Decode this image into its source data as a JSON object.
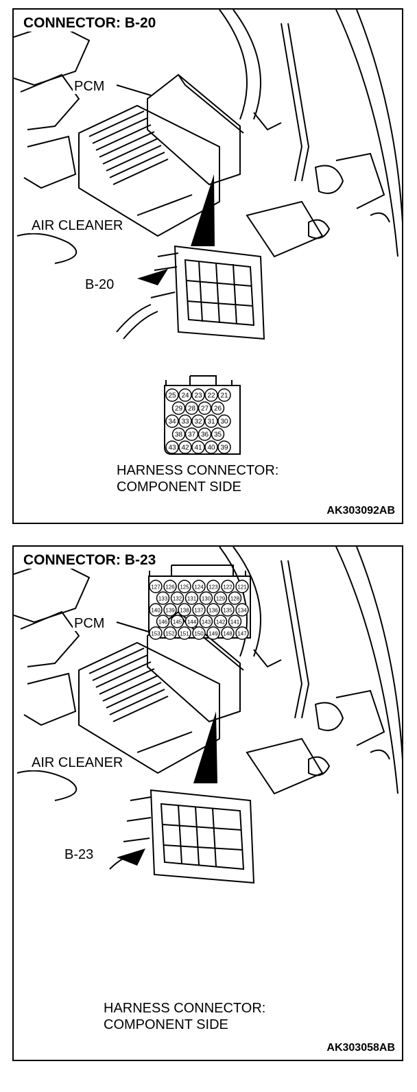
{
  "panels": [
    {
      "title": "CONNECTOR: B-20",
      "labels": {
        "pcm": "PCM",
        "air_cleaner": "AIR CLEANER",
        "connector": "B-20"
      },
      "pin_rows": [
        [
          "25",
          "24",
          "23",
          "22",
          "21"
        ],
        [
          "29",
          "28",
          "27",
          "26"
        ],
        [
          "34",
          "33",
          "32",
          "31",
          "30"
        ],
        [
          "38",
          "37",
          "36",
          "35"
        ],
        [
          "43",
          "42",
          "41",
          "40",
          "39"
        ]
      ],
      "caption_line1": "HARNESS CONNECTOR:",
      "caption_line2": "COMPONENT SIDE",
      "figure_code": "AK303092AB"
    },
    {
      "title": "CONNECTOR: B-23",
      "labels": {
        "pcm": "PCM",
        "air_cleaner": "AIR CLEANER",
        "connector": "B-23"
      },
      "pin_rows": [
        [
          "127",
          "126",
          "125",
          "124",
          "123",
          "122",
          "121"
        ],
        [
          "133",
          "132",
          "131",
          "130",
          "129",
          "128"
        ],
        [
          "140",
          "139",
          "138",
          "137",
          "136",
          "135",
          "134"
        ],
        [
          "146",
          "145",
          "144",
          "143",
          "142",
          "141"
        ],
        [
          "153",
          "152",
          "151",
          "150",
          "149",
          "148",
          "147"
        ]
      ],
      "caption_line1": "HARNESS CONNECTOR:",
      "caption_line2": "COMPONENT SIDE",
      "figure_code": "AK303058AB"
    }
  ]
}
